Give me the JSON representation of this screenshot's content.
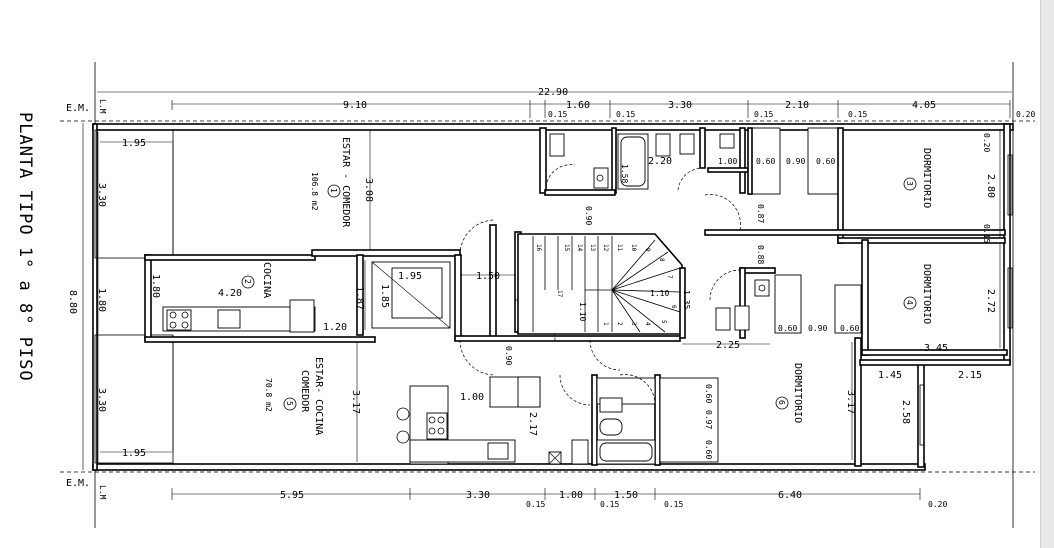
{
  "title": "PLANTA TIPO 1° a 8° PISO",
  "markers": {
    "em": "E.M.",
    "lm": "L.M"
  },
  "rooms": [
    {
      "id": "1",
      "name_1": "ESTAR - COMEDOR",
      "area": "106.8 m2"
    },
    {
      "id": "2",
      "name_1": "COCINA"
    },
    {
      "id": "3",
      "name_1": "DORMITORIO"
    },
    {
      "id": "4",
      "name_1": "DORMITORIO"
    },
    {
      "id": "5",
      "name_1": "ESTAR- COCINA",
      "name_2": "COMEDOR",
      "area": "70.8 m2"
    },
    {
      "id": "6",
      "name_1": "DORMITORIO"
    }
  ],
  "dims": {
    "overall": "22.90",
    "top": [
      "9.10",
      "1.60",
      "3.30",
      "2.10",
      "4.05"
    ],
    "top_small": [
      "0.15",
      "0.15",
      "0.15",
      "0.15",
      "0.20"
    ],
    "bottom": [
      "5.95",
      "3.30",
      "1.00",
      "1.50",
      "6.40"
    ],
    "bottom_small": [
      "0.15",
      "0.15",
      "0.15",
      "0.20"
    ],
    "left_total": "8.80",
    "left": [
      "3.30",
      "1.80",
      "3.30"
    ],
    "interior": {
      "d195a": "1.95",
      "d308": "3.08",
      "d180": "1.80",
      "d420": "4.20",
      "d187": "1.87",
      "d185": "1.85",
      "d195b": "1.95",
      "d150": "1.50",
      "d120": "1.20",
      "d317a": "3.17",
      "d195c": "1.95",
      "d220": "2.20",
      "d158": "1.58",
      "d100a": "1.00",
      "d060a": "0.60",
      "d090a": "0.90",
      "d060b": "0.60",
      "d087": "0.87",
      "d088": "0.88",
      "d090b": "0.90",
      "d280": "2.80",
      "d020": "0.20",
      "d015": "0.15",
      "d272": "2.72",
      "d110a": "1.10",
      "d110b": "1.10",
      "d135": "1.35",
      "d060c": "0.60",
      "d090c": "0.90",
      "d060d": "0.60",
      "d225": "2.25",
      "d345": "3.45",
      "d145": "1.45",
      "d215": "2.15",
      "d258": "2.58",
      "d317b": "3.17",
      "d100b": "1.00",
      "d217": "2.17",
      "d090d": "0.90",
      "d060e": "0.60",
      "d097": "0.97",
      "d060f": "0.60"
    }
  },
  "stair_steps": [
    "16",
    "15",
    "14",
    "13",
    "12",
    "11",
    "10",
    "9",
    "8",
    "7",
    "6",
    "5",
    "4",
    "3",
    "2",
    "1",
    "17"
  ]
}
